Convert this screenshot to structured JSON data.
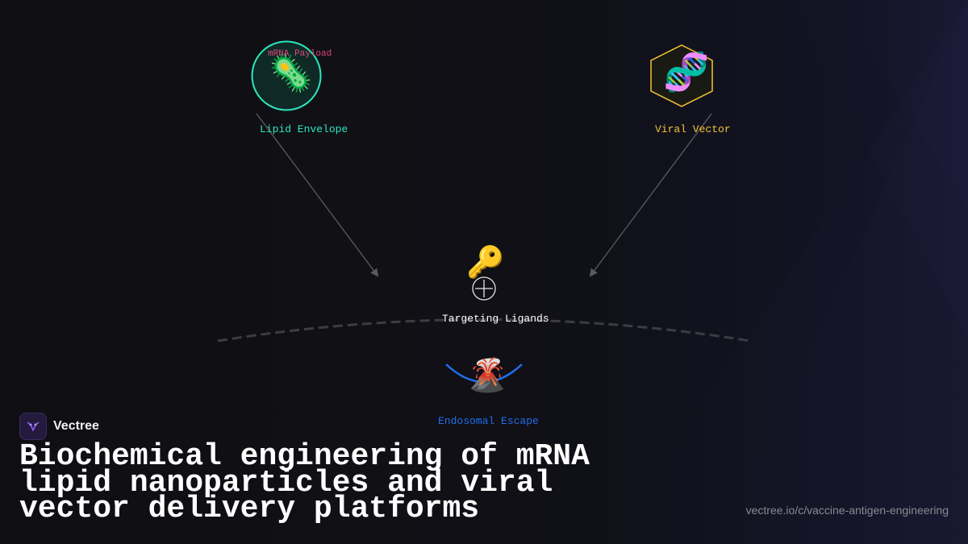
{
  "brand": {
    "name": "Vectree",
    "accent": "#8b5cf6"
  },
  "headline": "Biochemical engineering of mRNA lipid nanoparticles and viral vector delivery platforms",
  "url": "vectree.io/c/vaccine-antigen-engineering",
  "diagram": {
    "lipid_envelope": {
      "label": "Lipid Envelope",
      "inner_label": "mRNA Payload",
      "icon": "🦠",
      "icon_name": "microbe-icon",
      "color": "#2ee6c0",
      "inner_label_color": "#e0457b"
    },
    "viral_vector": {
      "label": "Viral Vector",
      "icon": "🧬",
      "icon_name": "dna-icon",
      "color": "#f4c430"
    },
    "targeting_ligands": {
      "label": "Targeting Ligands",
      "icon": "🔑",
      "icon_name": "key-icon",
      "symbol_name": "circle-plus-icon",
      "color": "#ffffff"
    },
    "endosomal_escape": {
      "label": "Endosomal Escape",
      "icon": "🌋",
      "icon_name": "volcano-icon",
      "color": "#1f6feb"
    }
  }
}
